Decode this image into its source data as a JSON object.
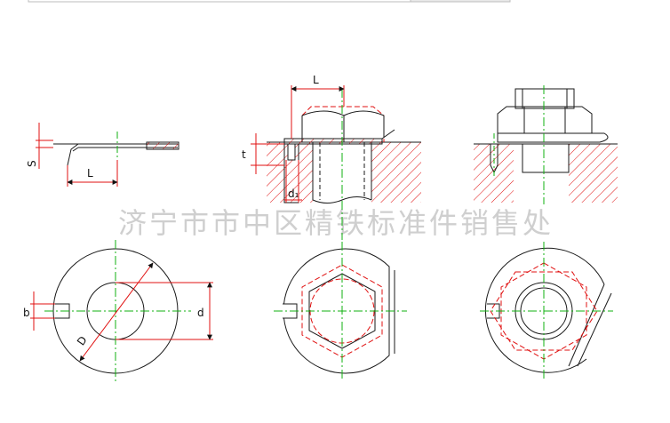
{
  "watermark": "济宁市市中区精铁标准件销售处",
  "labels": {
    "S": "S",
    "L": "L",
    "L_top": "L",
    "t": "t",
    "d1": "d₁",
    "b": "b",
    "D": "D",
    "d": "d"
  },
  "colors": {
    "outline": "#1a1a1a",
    "dimension": "#e01010",
    "centerline": "#10b010",
    "hatch": "#e01010",
    "hidden": "#e01010"
  }
}
